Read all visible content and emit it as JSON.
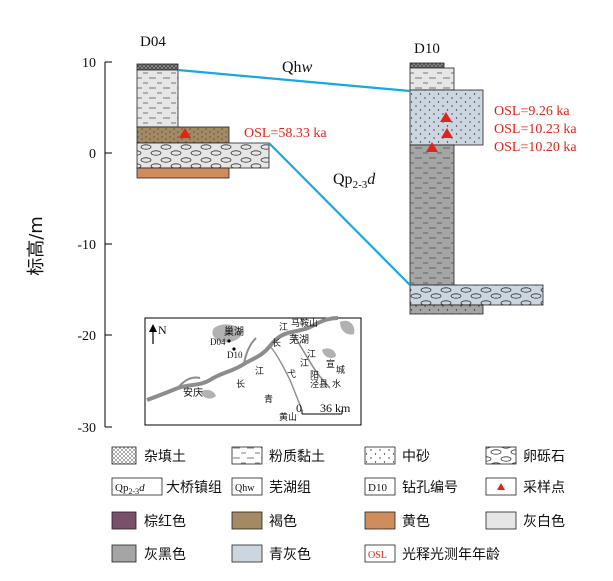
{
  "diagram": {
    "y_axis": {
      "label": "标高/m",
      "ticks": [
        "10",
        "0",
        "-10",
        "-20",
        "-30"
      ]
    },
    "boreholes": [
      {
        "id": "D04"
      },
      {
        "id": "D10"
      }
    ],
    "formations": {
      "qhw": "Qh",
      "qhw_suffix": "w",
      "qp_main": "Qp",
      "qp_sub": "2-3",
      "qp_suffix": "d"
    },
    "osl_samples": [
      {
        "label": "OSL=58.33 ka"
      },
      {
        "label": "OSL=9.26 ka"
      },
      {
        "label": "OSL=10.23 ka"
      },
      {
        "label": "OSL=10.20 ka"
      }
    ],
    "inset_map": {
      "north": "N",
      "places": [
        "巢湖",
        "D04",
        "D10",
        "江",
        "马鞍山",
        "长",
        "芜湖",
        "江",
        "宣",
        "城",
        "安庆",
        "长",
        "江",
        "泾县",
        "阳",
        "水",
        "青",
        "弋",
        "黄山",
        "江"
      ],
      "scale_zero": "0",
      "scale_label": "36 km"
    },
    "legend": [
      {
        "swatch": "杂填土"
      },
      {
        "swatch": "粉质黏土"
      },
      {
        "swatch": "中砂"
      },
      {
        "swatch": "卵砾石"
      },
      {
        "code": "Qp",
        "code_sub": "2-3",
        "code_suffix": "d",
        "label": "大桥镇组"
      },
      {
        "code": "Qhw",
        "label": "芜湖组"
      },
      {
        "code": "D10",
        "label": "钻孔编号"
      },
      {
        "label": "采样点"
      },
      {
        "label": "棕红色",
        "color": "#7a4f6a"
      },
      {
        "label": "褐色",
        "color": "#a48a62"
      },
      {
        "label": "黄色",
        "color": "#cf8d5d"
      },
      {
        "label": "灰白色",
        "color": "#e6e6e6"
      },
      {
        "label": "灰黑色",
        "color": "#a5a5a5"
      },
      {
        "label": "青灰色",
        "color": "#ccd6e0"
      },
      {
        "code": "OSL",
        "label": "光释光测年年龄"
      }
    ],
    "colors": {
      "correlation_line": "#17a8e3",
      "sample_marker": "#e2231a",
      "gray_black": "#a5a5a5",
      "gray_white": "#e6e6e6",
      "blue_gray": "#ccd6e0",
      "brown": "#a48a62",
      "yellow": "#cf8d5d",
      "brown_red": "#7a4f6a"
    }
  }
}
